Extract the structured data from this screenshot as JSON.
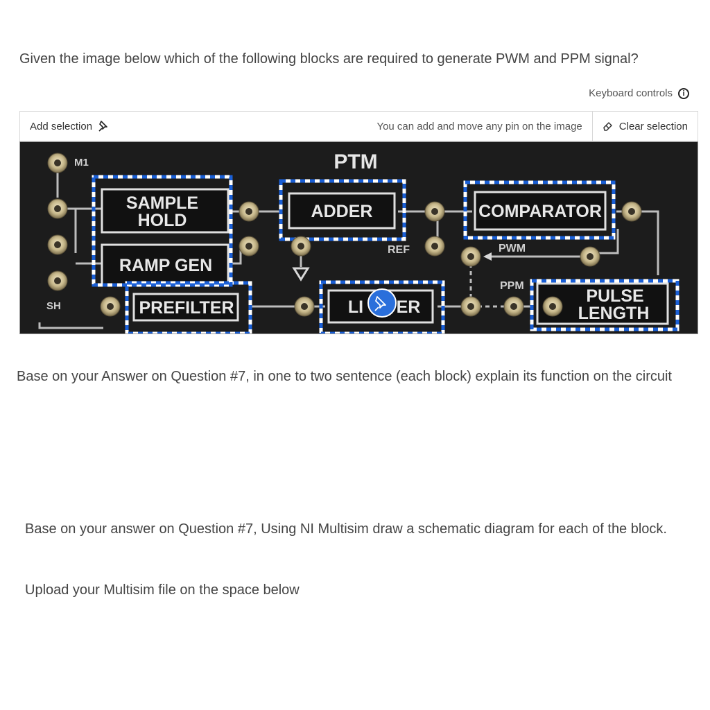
{
  "question1": "Given the image below which of the following blocks are required to generate PWM and PPM signal?",
  "keyboard_controls": "Keyboard controls",
  "toolbar": {
    "add_selection": "Add selection",
    "hint": "You can add and move any pin on the image",
    "clear_selection": "Clear selection"
  },
  "panel": {
    "title": "PTM",
    "m1": "M1",
    "sh": "SH",
    "ref": "REF",
    "pwm": "PWM",
    "ppm": "PPM",
    "blocks": {
      "sample_hold_1": "SAMPLE",
      "sample_hold_2": "HOLD",
      "ramp_gen": "RAMP GEN",
      "prefilter": "PREFILTER",
      "adder": "ADDER",
      "limiter_a": "LI",
      "limiter_b": "ER",
      "comparator": "COMPARATOR",
      "pulse_length_1": "PULSE",
      "pulse_length_2": "LENGTH"
    },
    "selection_color": "#1a5fd6",
    "pin_color": "#2a6fdb"
  },
  "question2": "Base on your Answer on Question #7, in one to two sentence (each block) explain its function on the circuit",
  "question3": "Base on your answer on Question #7, Using NI Multisim draw a schematic diagram for each of the block.",
  "question4": "Upload your Multisim file on the space below"
}
